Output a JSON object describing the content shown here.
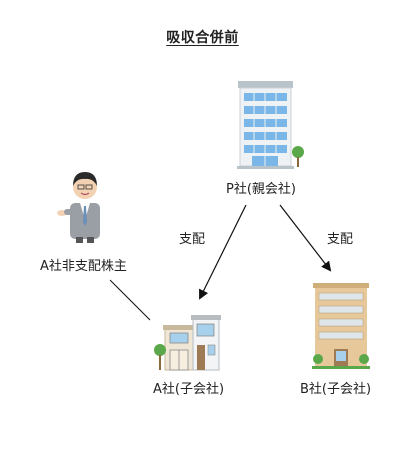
{
  "title": "吸収合併前",
  "nodes": {
    "p_company": "P社(親会社)",
    "a_company": "A社(子会社)",
    "b_company": "B社(子会社)",
    "shareholder": "A社非支配株主"
  },
  "edges": {
    "p_to_a": "支配",
    "p_to_b": "支配"
  },
  "colors": {
    "line": "#111111",
    "building_frame": "#b9c3ca",
    "window_blue": "#7ab6e8",
    "apartment_tan": "#e6c89a",
    "tree_green": "#5aa84a",
    "suit_gray": "#9a9fa6"
  }
}
